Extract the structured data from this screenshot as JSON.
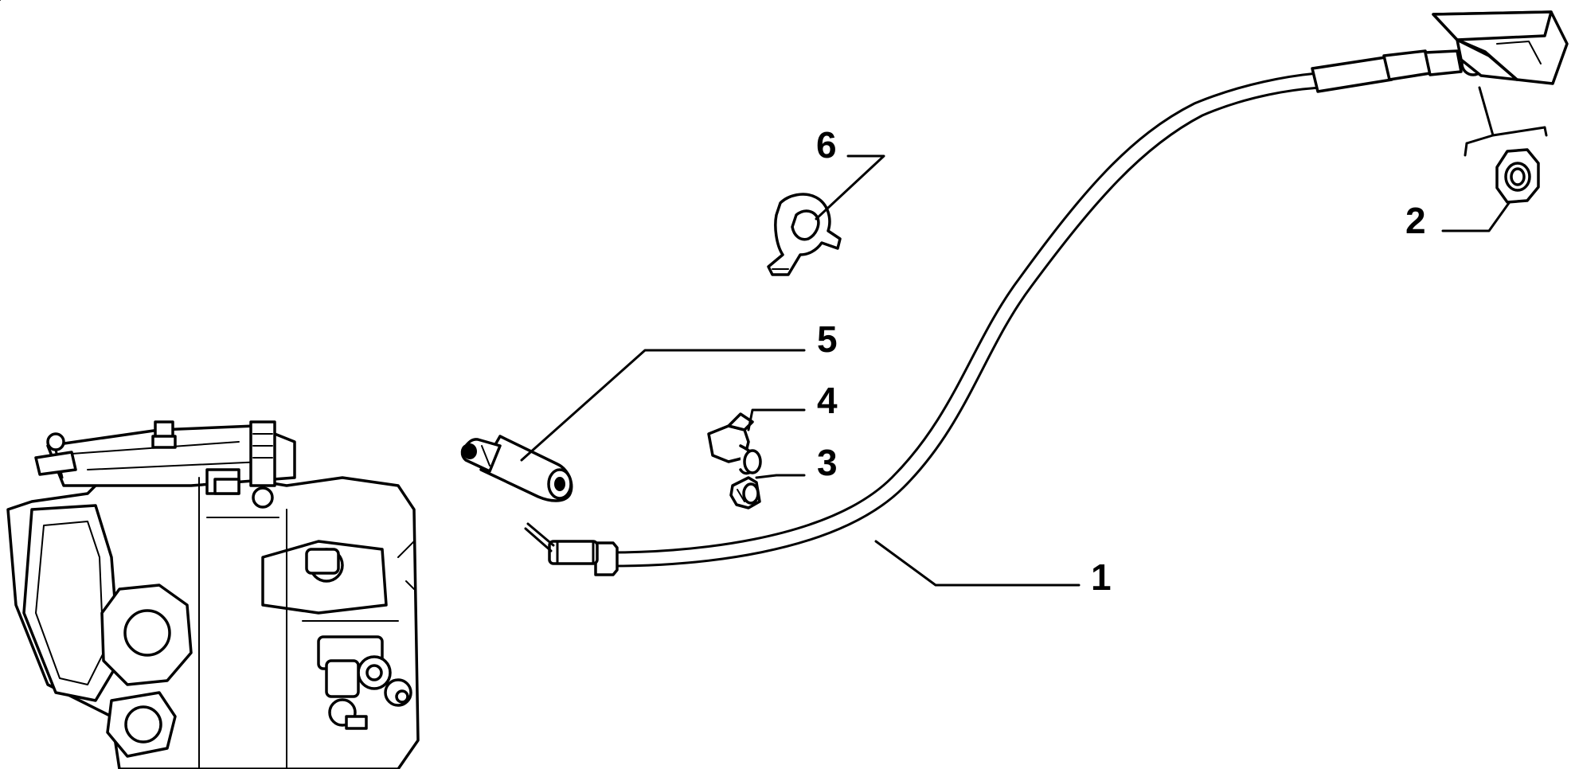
{
  "diagram": {
    "callouts": [
      {
        "id": "1",
        "label": "1"
      },
      {
        "id": "2",
        "label": "2"
      },
      {
        "id": "3",
        "label": "3"
      },
      {
        "id": "4",
        "label": "4"
      },
      {
        "id": "5",
        "label": "5"
      },
      {
        "id": "6",
        "label": "6"
      }
    ]
  },
  "colors": {
    "ink": "#000000",
    "paper": "#ffffff"
  }
}
